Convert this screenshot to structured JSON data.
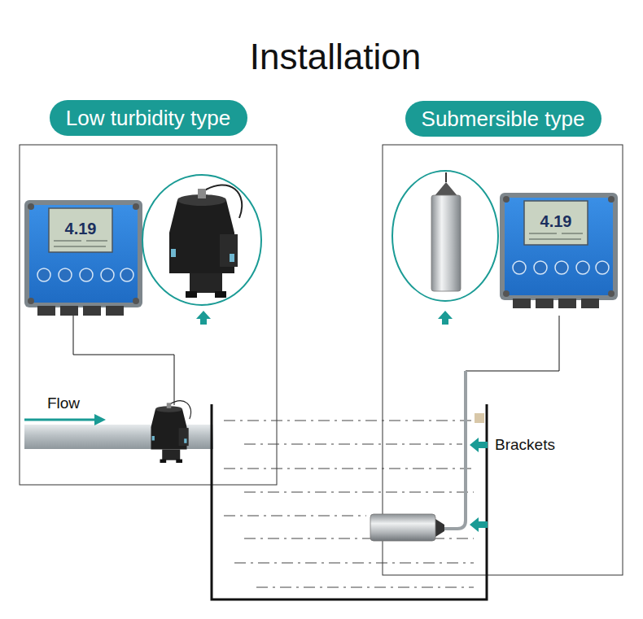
{
  "diagram": {
    "title": "Installation",
    "nodes": [
      {
        "text": [
          "Low turbidity type"
        ]
      },
      {
        "text": [
          "Submersible type"
        ]
      }
    ],
    "labels": [
      "4.19",
      "4.19",
      "Flow",
      "Brackets"
    ]
  }
}
